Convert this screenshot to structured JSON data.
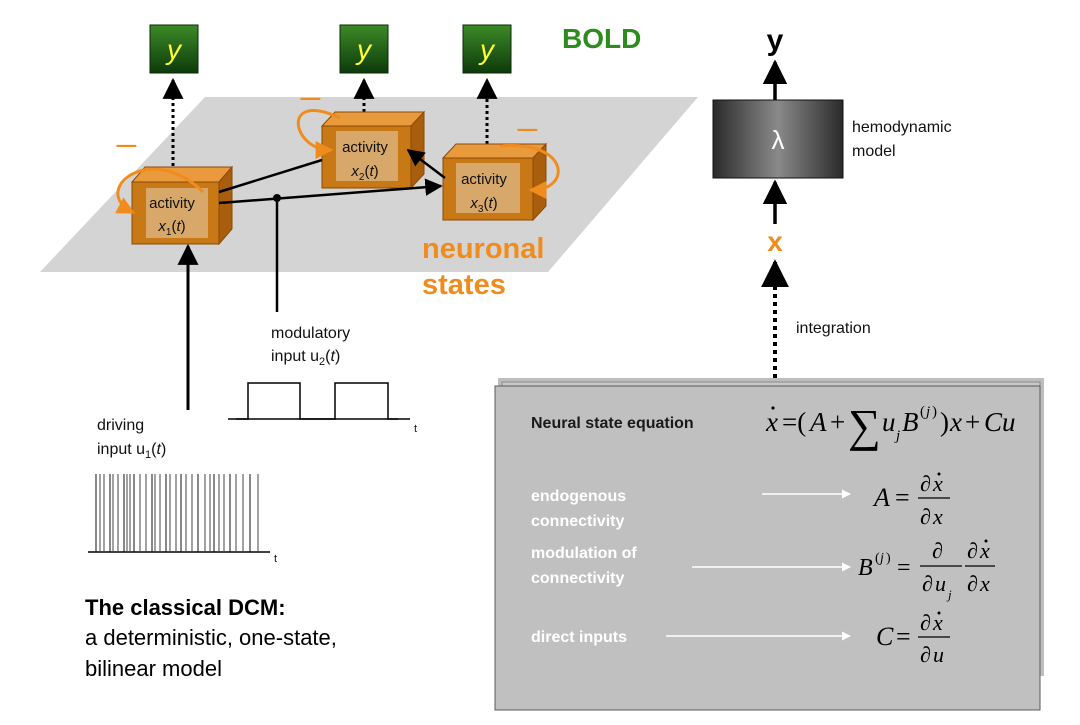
{
  "labels": {
    "y_node": "y",
    "bold": "BOLD",
    "activity": "activity",
    "x1_var": "x",
    "x1_sub": "1",
    "x2_var": "x",
    "x2_sub": "2",
    "x3_var": "x",
    "x3_sub": "3",
    "t_arg": "t",
    "neuronal_line1": "neuronal",
    "neuronal_line2": "states",
    "modulatory_line1": "modulatory",
    "modulatory_line2_prefix": "input u",
    "modulatory_sub": "2",
    "driving_line1": "driving",
    "driving_line2_prefix": "input u",
    "driving_sub": "1",
    "t_axis": "t",
    "inhibition": "_",
    "right_y": "y",
    "right_x": "x",
    "lambda": "λ",
    "hemo_line1": "hemodynamic",
    "hemo_line2": "model",
    "integration": "integration"
  },
  "caption": {
    "title": "The classical DCM:",
    "line1": "a deterministic, one-state,",
    "line2": "bilinear model"
  },
  "equations": {
    "neural_state_label": "Neural state equation",
    "endogenous_line1": "endogenous",
    "endogenous_line2": "connectivity",
    "modulation_line1": "modulation of",
    "modulation_line2": "connectivity",
    "direct_inputs": "direct inputs"
  },
  "colors": {
    "accent_orange": "#f08c1e",
    "bold_green": "#2e8b1e",
    "node_green": "#1e5a14",
    "box_front": "#c87814",
    "box_inner": "#d8a86a",
    "plane_gray": "#d4d4d4",
    "panel_gray": "#c0c0c0"
  }
}
